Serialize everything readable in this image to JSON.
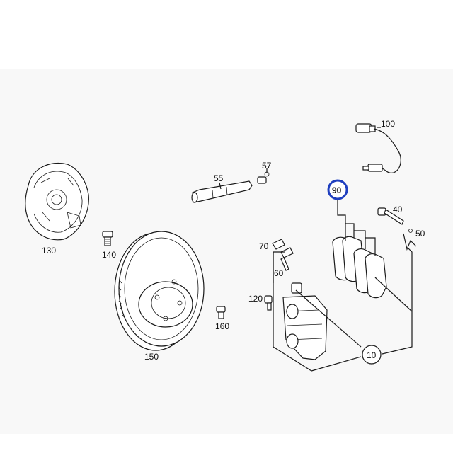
{
  "diagram": {
    "highlight_color": "#1f3fbf",
    "labels": {
      "p10": "10",
      "p40": "40",
      "p50": "50",
      "p55": "55",
      "p57": "57",
      "p60": "60",
      "p70": "70",
      "p90": "90",
      "p100": "100",
      "p120": "120",
      "p130": "130",
      "p140": "140",
      "p150": "150",
      "p160": "160"
    },
    "highlighted_part": "90"
  }
}
